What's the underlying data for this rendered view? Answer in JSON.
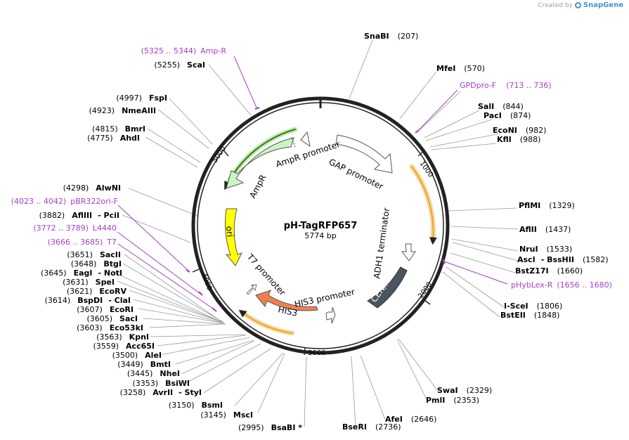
{
  "brand": {
    "prefix": "Created by",
    "name": "SnapGene"
  },
  "plasmid": {
    "name": "pH-TagRFP657",
    "size_label": "5774 bp",
    "length": 5774
  },
  "tick_marks": [
    "1000",
    "2000",
    "3000",
    "4000",
    "5000"
  ],
  "features": [
    {
      "label": "AmpR promoter",
      "color": "#ffffff"
    },
    {
      "label": "AmpR",
      "color": "#c8f5c0"
    },
    {
      "label": "GAP promoter",
      "color": "#ffffff"
    },
    {
      "label": "ori",
      "color": "#ffff00"
    },
    {
      "label": "ADH1 terminator",
      "color": "#ffffff"
    },
    {
      "label": "CEN/ARS",
      "color": "#4a5560"
    },
    {
      "label": "HIS3 promoter",
      "color": "#ffffff"
    },
    {
      "label": "HIS3",
      "color": "#f08050"
    },
    {
      "label": "T7 promoter",
      "color": "#ffffff"
    }
  ],
  "sites": [
    {
      "name": "SnaBI",
      "pos": "(207)"
    },
    {
      "name": "MfeI",
      "pos": "(570)"
    },
    {
      "name": "SalI",
      "pos": "(844)"
    },
    {
      "name": "PacI",
      "pos": "(874)"
    },
    {
      "name": "EcoNI",
      "pos": "(982)"
    },
    {
      "name": "KflI",
      "pos": "(988)"
    },
    {
      "name": "PflMI",
      "pos": "(1329)"
    },
    {
      "name": "AflII",
      "pos": "(1437)"
    },
    {
      "name": "NruI",
      "pos": "(1533)"
    },
    {
      "name": "AscI",
      "pos": "- BssHII",
      "pos2": "(1582)"
    },
    {
      "name": "BstZ17I",
      "pos": "(1660)"
    },
    {
      "name": "I-SceI",
      "pos": "(1806)"
    },
    {
      "name": "BstEII",
      "pos": "(1848)"
    },
    {
      "name": "SwaI",
      "pos": "(2329)"
    },
    {
      "name": "PmlI",
      "pos": "(2353)"
    },
    {
      "name": "AfeI",
      "pos": "(2646)"
    },
    {
      "name": "BseRI",
      "pos": "(2736)"
    },
    {
      "name": "BsaBI *",
      "pos": "(2995)"
    },
    {
      "name": "MscI",
      "pos": "(3145)"
    },
    {
      "name": "BsmI",
      "pos": "(3150)"
    },
    {
      "name": "AvrII",
      "pos": "(3258)",
      "extra": "- StyI"
    },
    {
      "name": "BsiWI",
      "pos": "(3353)"
    },
    {
      "name": "NheI",
      "pos": "(3445)"
    },
    {
      "name": "BmtI",
      "pos": "(3449)"
    },
    {
      "name": "AleI",
      "pos": "(3500)"
    },
    {
      "name": "Acc65I",
      "pos": "(3559)"
    },
    {
      "name": "KpnI",
      "pos": "(3563)"
    },
    {
      "name": "Eco53kI",
      "pos": "(3603)"
    },
    {
      "name": "SacI",
      "pos": "(3605)"
    },
    {
      "name": "EcoRI",
      "pos": "(3607)"
    },
    {
      "name": "BspDI",
      "pos": "(3614)",
      "extra": "- ClaI"
    },
    {
      "name": "EcoRV",
      "pos": "(3621)"
    },
    {
      "name": "SpeI",
      "pos": "(3631)"
    },
    {
      "name": "EagI",
      "pos": "(3645)",
      "extra": "- NotI"
    },
    {
      "name": "BtgI",
      "pos": "(3648)"
    },
    {
      "name": "SacII",
      "pos": "(3651)"
    },
    {
      "name": "AflIII",
      "pos": "(3882)",
      "extra": "- PciI"
    },
    {
      "name": "AlwNI",
      "pos": "(4298)"
    },
    {
      "name": "AhdI",
      "pos": "(4775)"
    },
    {
      "name": "BmrI",
      "pos": "(4815)"
    },
    {
      "name": "NmeAIII",
      "pos": "(4923)"
    },
    {
      "name": "FspI",
      "pos": "(4997)"
    },
    {
      "name": "ScaI",
      "pos": "(5255)"
    }
  ],
  "primers": [
    {
      "name": "Amp-R",
      "range": "(5325 .. 5344)"
    },
    {
      "name": "GPDpro-F",
      "range": "(713 .. 736)"
    },
    {
      "name": "pHybLex-R",
      "range": "(1656 .. 1680)"
    },
    {
      "name": "pBR322ori-F",
      "range": "(4023 .. 4042)"
    },
    {
      "name": "L4440",
      "range": "(3772 .. 3789)"
    },
    {
      "name": "T7",
      "range": "(3666 .. 3685)"
    }
  ],
  "colors": {
    "primer": "#a43fc8",
    "backbone": "#222222",
    "orf_highlight": "#f5d9a0"
  }
}
